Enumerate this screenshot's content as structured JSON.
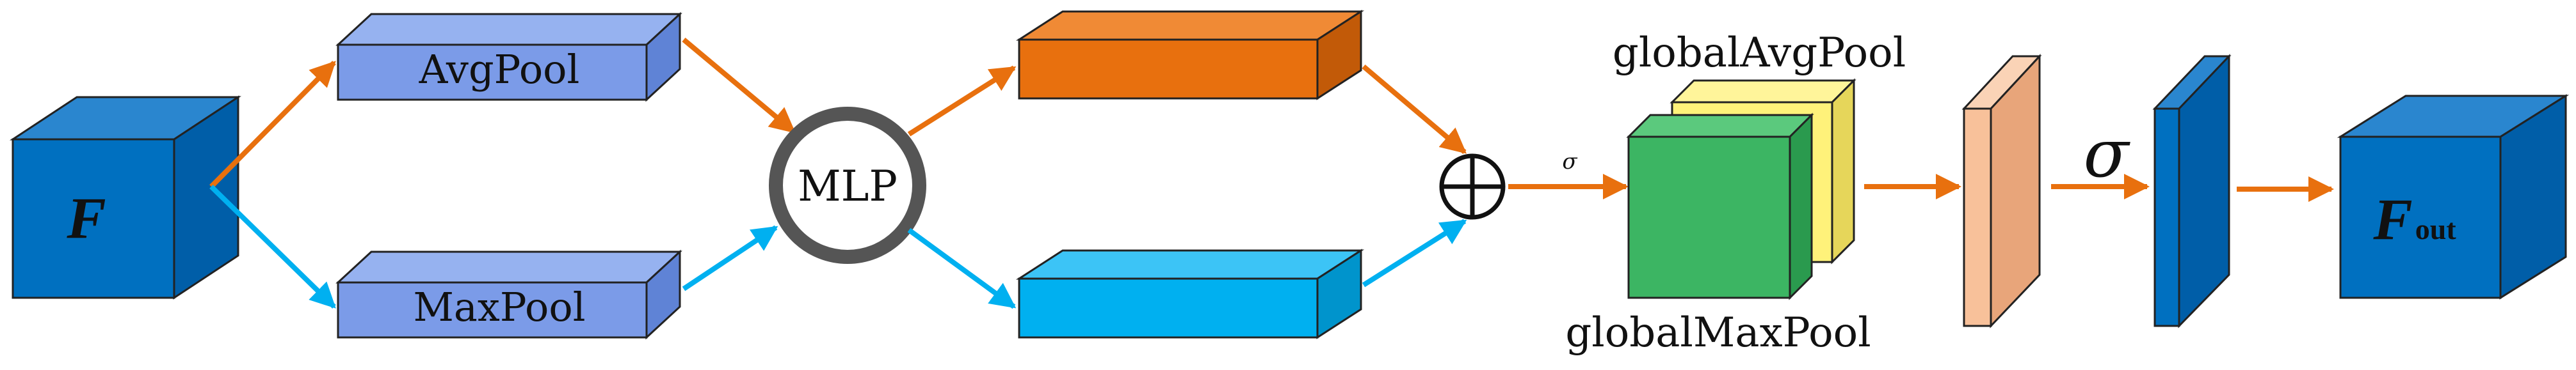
{
  "diagram": {
    "labels": {
      "input": "F",
      "avgpool": "AvgPool",
      "maxpool": "MaxPool",
      "mlp": "MLP",
      "sigma_small": "σ",
      "global_avg": "globalAvgPool",
      "global_max": "globalMaxPool",
      "sigma_large": "σ",
      "output_main": "F",
      "output_sub": "out"
    },
    "colors": {
      "cube_blue": "#0070C0",
      "pool_blue": "#7B9BE8",
      "orange": "#E8700E",
      "cyan": "#00B0F0",
      "green": "#3CB563",
      "yellow": "#FFF27A",
      "peach": "#F8C19A",
      "mlp_ring": "#555555",
      "stroke": "#222222"
    },
    "icons": {
      "plus": "circled-plus-icon"
    }
  }
}
